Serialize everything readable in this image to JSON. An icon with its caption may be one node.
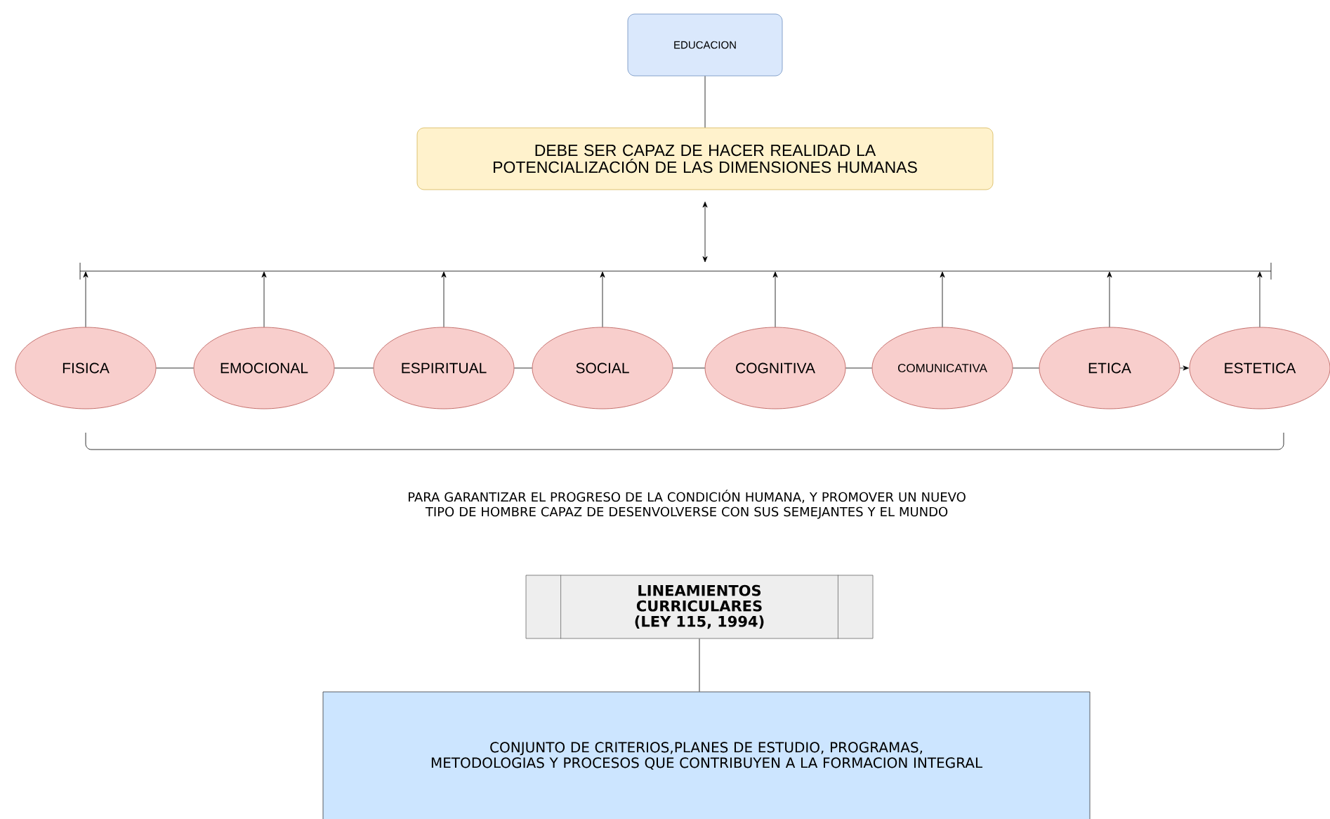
{
  "diagram": {
    "nodes": [
      {
        "text": [
          "EDUCACION"
        ]
      },
      {
        "text": [
          "DEBE SER CAPAZ DE HACER REALIDAD LA POTENCIALIZACIÓN DE LAS DIMENSIONES HUMANAS"
        ]
      },
      {
        "text": [],
        "shape": "bar"
      },
      {
        "text": [
          "FISICA"
        ]
      },
      {
        "text": [
          "EMOCIONAL"
        ]
      },
      {
        "text": [
          "ESPIRITUAL"
        ]
      },
      {
        "text": [
          "SOCIAL"
        ]
      },
      {
        "text": [
          "COGNITIVA"
        ]
      },
      {
        "text": [
          "COMUNICATIVA"
        ]
      },
      {
        "text": [
          "ETICA"
        ]
      },
      {
        "text": [
          "ESTETICA"
        ]
      },
      {
        "text": [
          "LINEAMIENTOS CURRICULARES (LEY 115, 1994)"
        ]
      },
      {
        "text": [
          "CONJUNTO DE CRITERIOS,PLANES DE ESTUDIO, PROGRAMAS, METODOLOGIAS Y PROCESOS QUE CONTRIBUYEN A LA FORMACION INTEGRAL"
        ]
      }
    ],
    "edges": [
      {
        "from": 0,
        "to": 1,
        "arrow": "none"
      },
      {
        "from": 1,
        "to": 2,
        "arrow": "both"
      },
      {
        "from": 3,
        "to": 2,
        "arrow": "to"
      },
      {
        "from": 4,
        "to": 2,
        "arrow": "to"
      },
      {
        "from": 5,
        "to": 2,
        "arrow": "to"
      },
      {
        "from": 6,
        "to": 2,
        "arrow": "to"
      },
      {
        "from": 7,
        "to": 2,
        "arrow": "to"
      },
      {
        "from": 8,
        "to": 2,
        "arrow": "to"
      },
      {
        "from": 9,
        "to": 2,
        "arrow": "to"
      },
      {
        "from": 10,
        "to": 2,
        "arrow": "to"
      },
      {
        "from": 3,
        "to": 4,
        "arrow": "none"
      },
      {
        "from": 4,
        "to": 5,
        "arrow": "none"
      },
      {
        "from": 5,
        "to": 6,
        "arrow": "none"
      },
      {
        "from": 6,
        "to": 7,
        "arrow": "none"
      },
      {
        "from": 7,
        "to": 8,
        "arrow": "none"
      },
      {
        "from": 8,
        "to": 9,
        "arrow": "none"
      },
      {
        "from": 9,
        "to": 10,
        "arrow": "to"
      },
      {
        "from": 11,
        "to": 12,
        "arrow": "none"
      }
    ],
    "labels": [
      "PARA GARANTIZAR EL PROGRESO DE LA CONDICIÓN HUMANA, Y PROMOVER UN NUEVO TIPO DE HOMBRE CAPAZ DE DESENVOLVERSE CON SUS SEMEJANTES Y EL MUNDO"
    ]
  }
}
